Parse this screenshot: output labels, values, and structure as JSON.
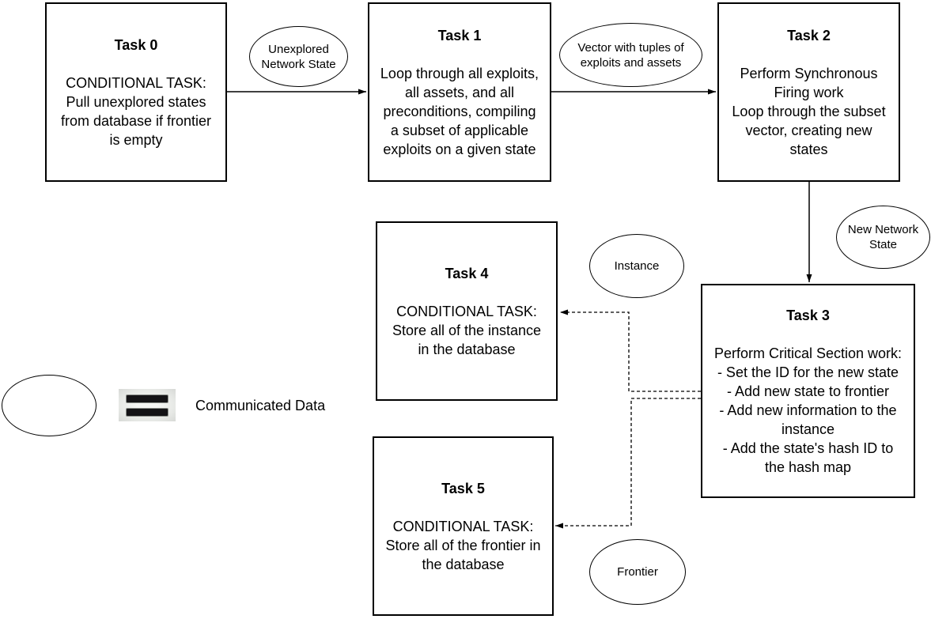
{
  "colors": {
    "stroke": "#000000",
    "background": "#ffffff",
    "text": "#000000",
    "legend_icon_bar": "#141316",
    "legend_icon_bg": "#e9ebe8"
  },
  "nodes": {
    "task0": {
      "title": "Task 0",
      "body": "CONDITIONAL TASK:\nPull unexplored states\nfrom database if frontier\nis empty"
    },
    "task1": {
      "title": "Task 1",
      "body": "Loop through all exploits,\nall assets, and all\npreconditions, compiling\na subset of applicable\nexploits on a given state"
    },
    "task2": {
      "title": "Task 2",
      "body": "Perform Synchronous\nFiring work\nLoop through the subset\nvector, creating new\nstates"
    },
    "task3": {
      "title": "Task 3",
      "body": "Perform Critical Section work:\n- Set the ID for the new state\n- Add new state to frontier\n- Add new information to the\ninstance\n- Add the state's hash ID to\nthe hash map"
    },
    "task4": {
      "title": "Task 4",
      "body": "CONDITIONAL TASK:\nStore all of the instance\nin the database"
    },
    "task5": {
      "title": "Task 5",
      "body": "CONDITIONAL TASK:\nStore all of the frontier in\nthe database"
    }
  },
  "ellipses": {
    "unexplored_network_state": {
      "label": "Unexplored\nNetwork State"
    },
    "vector_tuples": {
      "label": "Vector with tuples of\nexploits and assets"
    },
    "new_network_state": {
      "label": "New Network\nState"
    },
    "instance": {
      "label": "Instance"
    },
    "frontier": {
      "label": "Frontier"
    }
  },
  "legend": {
    "icon": "equals-icon",
    "label": "Communicated Data"
  }
}
